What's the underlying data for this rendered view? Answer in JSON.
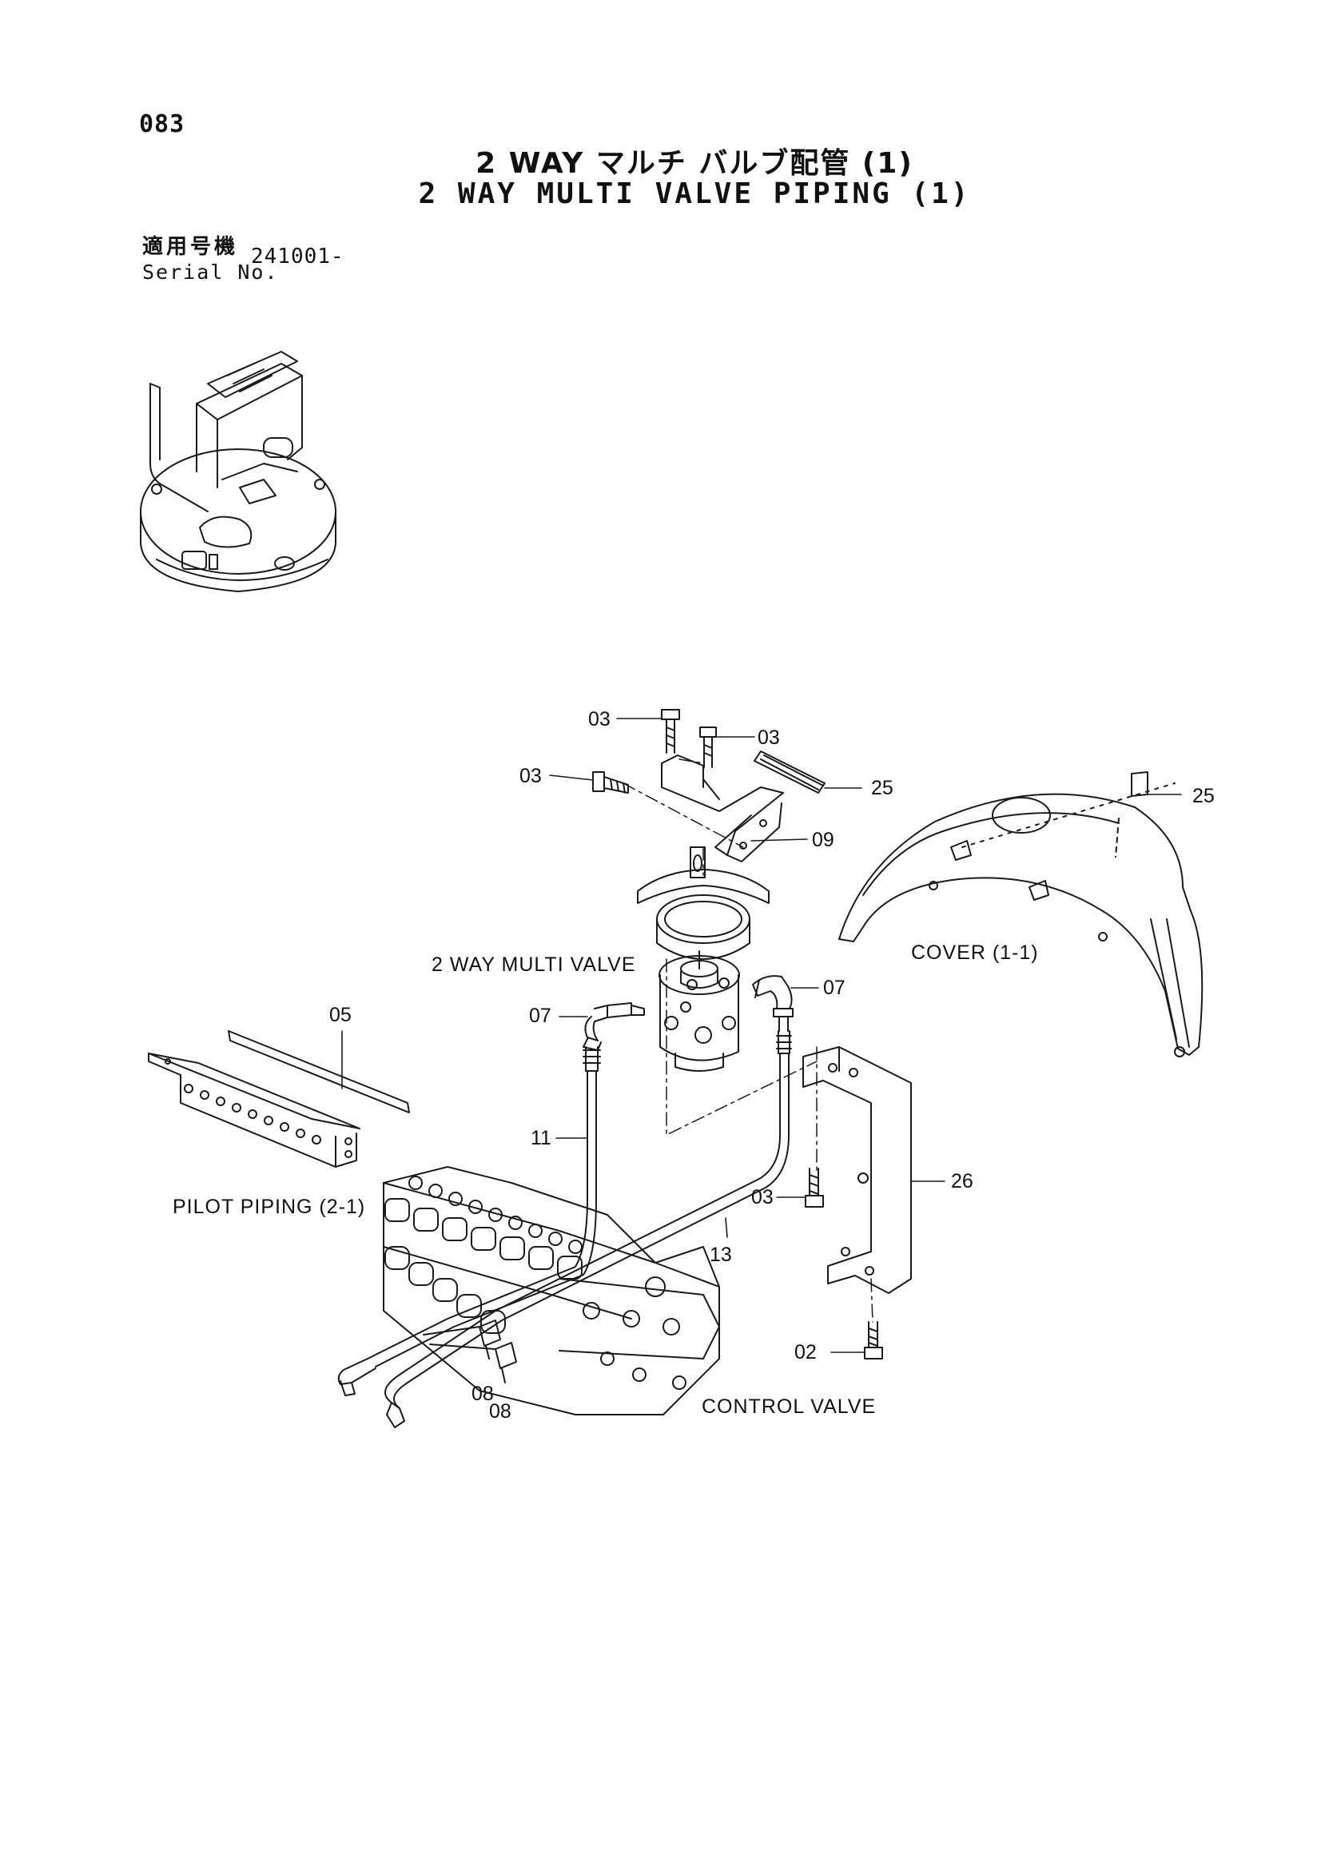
{
  "page": {
    "number": "083",
    "title_jp": "2 WAY マルチ バルブ配管 (1)",
    "title_en": "2 WAY MULTI VALVE PIPING (1)"
  },
  "serial": {
    "label_jp": "適用号機",
    "label_en": "Serial No.",
    "value": "241001-"
  },
  "labels": {
    "multi_valve": "2 WAY MULTI VALVE",
    "cover": "COVER (1-1)",
    "pilot_piping": "PILOT PIPING (2-1)",
    "control_valve": "CONTROL VALVE"
  },
  "callouts": [
    {
      "id": "c03a",
      "text": "03"
    },
    {
      "id": "c03b",
      "text": "03"
    },
    {
      "id": "c03c",
      "text": "03"
    },
    {
      "id": "c25a",
      "text": "25"
    },
    {
      "id": "c25b",
      "text": "25"
    },
    {
      "id": "c09",
      "text": "09"
    },
    {
      "id": "c07a",
      "text": "07"
    },
    {
      "id": "c07b",
      "text": "07"
    },
    {
      "id": "c05",
      "text": "05"
    },
    {
      "id": "c11",
      "text": "11"
    },
    {
      "id": "c13",
      "text": "13"
    },
    {
      "id": "c03d",
      "text": "03"
    },
    {
      "id": "c26",
      "text": "26"
    },
    {
      "id": "c02",
      "text": "02"
    },
    {
      "id": "c08a",
      "text": "08"
    },
    {
      "id": "c08b",
      "text": "08"
    }
  ]
}
